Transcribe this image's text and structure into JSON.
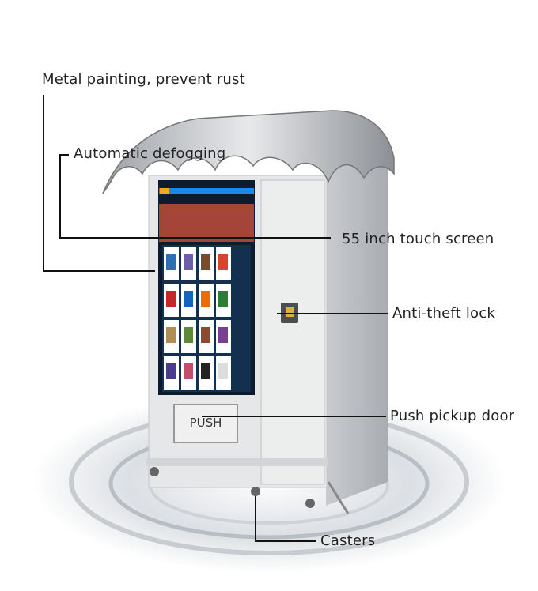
{
  "labels": {
    "metal": "Metal painting, prevent rust",
    "defog": "Automatic defogging",
    "screen": "55 inch touch screen",
    "lock": "Anti-theft lock",
    "door": "Push pickup door",
    "casters": "Casters"
  },
  "machine": {
    "push_label": "PUSH",
    "body_color": "#e4e5e7",
    "screen_bg": "#0d1b2e",
    "screen_header": "#1e88e5"
  }
}
